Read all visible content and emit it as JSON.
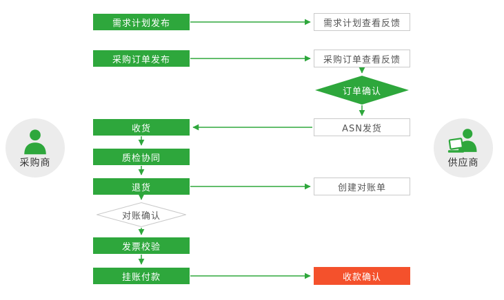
{
  "actors": {
    "buyer": "采购商",
    "supplier": "供应商"
  },
  "nodes": {
    "demand_plan_publish": "需求计划发布",
    "demand_plan_feedback": "需求计划查看反馈",
    "po_publish": "采购订单发布",
    "po_feedback": "采购订单查看反馈",
    "order_confirm": "订单确认",
    "receive_goods": "收货",
    "asn_ship": "ASN发货",
    "quality_collab": "质检协同",
    "return_goods": "退货",
    "create_statement": "创建对账单",
    "reconcile_confirm": "对账确认",
    "invoice_verify": "发票校验",
    "payment_on_account": "挂账付款",
    "receipt_confirm": "收款确认"
  },
  "edges": [
    {
      "from": "demand_plan_publish",
      "to": "demand_plan_feedback"
    },
    {
      "from": "po_publish",
      "to": "po_feedback"
    },
    {
      "from": "po_feedback",
      "to": "order_confirm"
    },
    {
      "from": "order_confirm",
      "to": "asn_ship"
    },
    {
      "from": "asn_ship",
      "to": "receive_goods"
    },
    {
      "from": "receive_goods",
      "to": "quality_collab"
    },
    {
      "from": "quality_collab",
      "to": "return_goods"
    },
    {
      "from": "return_goods",
      "to": "create_statement"
    },
    {
      "from": "return_goods",
      "to": "reconcile_confirm"
    },
    {
      "from": "reconcile_confirm",
      "to": "invoice_verify"
    },
    {
      "from": "invoice_verify",
      "to": "payment_on_account"
    },
    {
      "from": "payment_on_account",
      "to": "receipt_confirm"
    }
  ],
  "colors": {
    "green": "#2ea73c",
    "red": "#f4512c",
    "box_border": "#c9c9c9",
    "text_dark": "#555555",
    "actor_circle": "#ececec"
  }
}
